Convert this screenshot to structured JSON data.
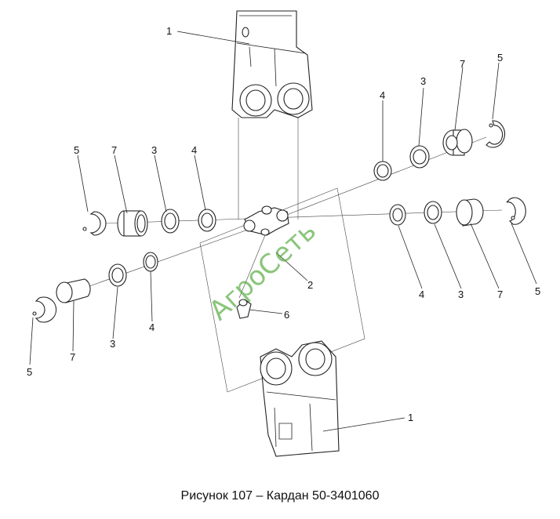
{
  "figure": {
    "caption": "Рисунок 107 – Кардан 50-3401060"
  },
  "watermark": "АгроСеть",
  "callouts": {
    "yoke_top": "1",
    "yoke_bottom": "1",
    "cross": "2",
    "l_ring5_a": "5",
    "l_cup7_a": "7",
    "l_seal3_a": "3",
    "l_wash4_a": "4",
    "r_wash4_a": "4",
    "r_seal3_a": "3",
    "r_cup7_a": "7",
    "r_ring5_a": "5",
    "r_wash4_b": "4",
    "r_seal3_b": "3",
    "r_cup7_b": "7",
    "r_ring5_b": "5",
    "l_ring5_b": "5",
    "l_cup7_b": "7",
    "l_seal3_b": "3",
    "l_wash4_b": "4",
    "grease_fitting": "6"
  },
  "colors": {
    "line": "#222222",
    "watermark": "#4aa632"
  }
}
